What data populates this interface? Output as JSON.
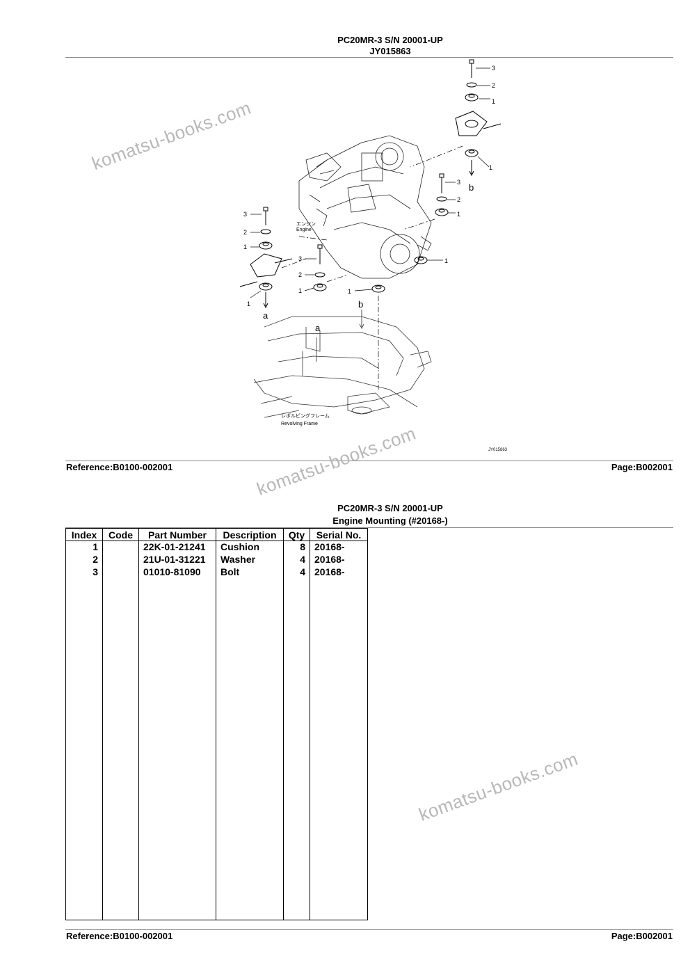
{
  "page1": {
    "title": "PC20MR-3 S/N 20001-UP",
    "subtitle": "JY015863",
    "reference": "Reference:B0100-002001",
    "page": "Page:B002001"
  },
  "diagram": {
    "callouts": [
      "3",
      "2",
      "1",
      "1",
      "3",
      "2",
      "1",
      "1",
      "3",
      "2",
      "1",
      "1",
      "3",
      "2",
      "1",
      "1",
      "1"
    ],
    "arrow_labels": [
      "a",
      "b",
      "a",
      "b"
    ],
    "engine_label_jp": "エンジン",
    "engine_label": "Engine",
    "frame_label_jp": "レボルビングフレーム",
    "frame_label": "Revolving Frame",
    "figure_code": "JY015863"
  },
  "page2": {
    "title": "PC20MR-3 S/N 20001-UP",
    "subtitle": "Engine Mounting (#20168-)",
    "reference": "Reference:B0100-002001",
    "page": "Page:B002001"
  },
  "table": {
    "headers": [
      "Index",
      "Code",
      "Part Number",
      "Description",
      "Qty",
      "Serial No."
    ],
    "rows": [
      {
        "index": "1",
        "code": "",
        "part": "22K-01-21241",
        "desc": "Cushion",
        "qty": "8",
        "serial": "20168-"
      },
      {
        "index": "2",
        "code": "",
        "part": "21U-01-31221",
        "desc": "Washer",
        "qty": "4",
        "serial": "20168-"
      },
      {
        "index": "3",
        "code": "",
        "part": "01010-81090",
        "desc": "Bolt",
        "qty": "4",
        "serial": "20168-"
      }
    ]
  },
  "watermark": "komatsu-books.com"
}
